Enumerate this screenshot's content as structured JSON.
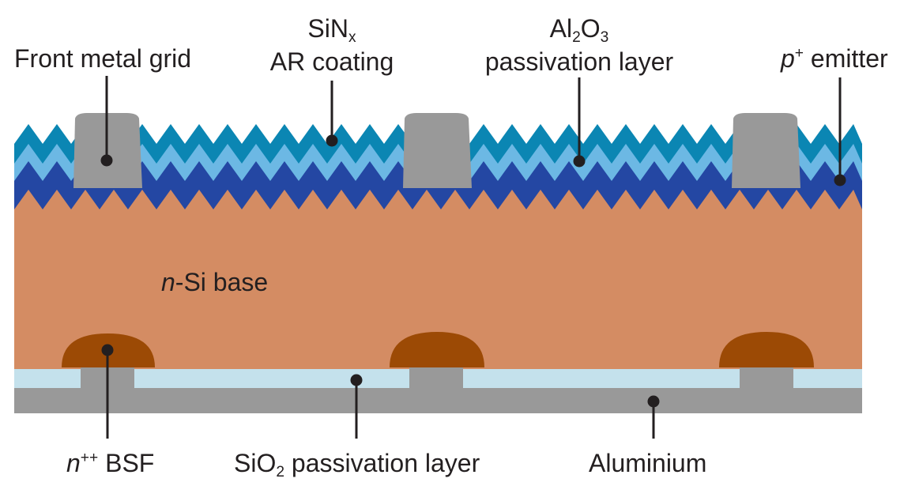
{
  "labels": {
    "front_metal_grid": "Front metal grid",
    "sinx_main": "SiN",
    "sinx_sub": "x",
    "ar_coating": "AR coating",
    "al2o3_a": "Al",
    "al2o3_sub1": "2",
    "al2o3_b": "O",
    "al2o3_sub2": "3",
    "passivation_layer_top": "passivation layer",
    "p_italic": "p",
    "p_sup": "+",
    "p_emitter": " emitter",
    "n_si_italic": "n",
    "n_si_rest": "-Si base",
    "n_bsf_italic": "n",
    "n_bsf_sup": "++",
    "n_bsf_rest": " BSF",
    "sio2_a": "SiO",
    "sio2_sub": "2",
    "sio2_rest": " passivation layer",
    "aluminium": "Aluminium"
  },
  "colors": {
    "sinx": "#0b86b3",
    "al2o3": "#6cb8e4",
    "emitter": "#2447a3",
    "base": "#d48c63",
    "bsf": "#9c4a05",
    "sio2": "#c4e1ec",
    "metal": "#999999",
    "text": "#231f20"
  }
}
